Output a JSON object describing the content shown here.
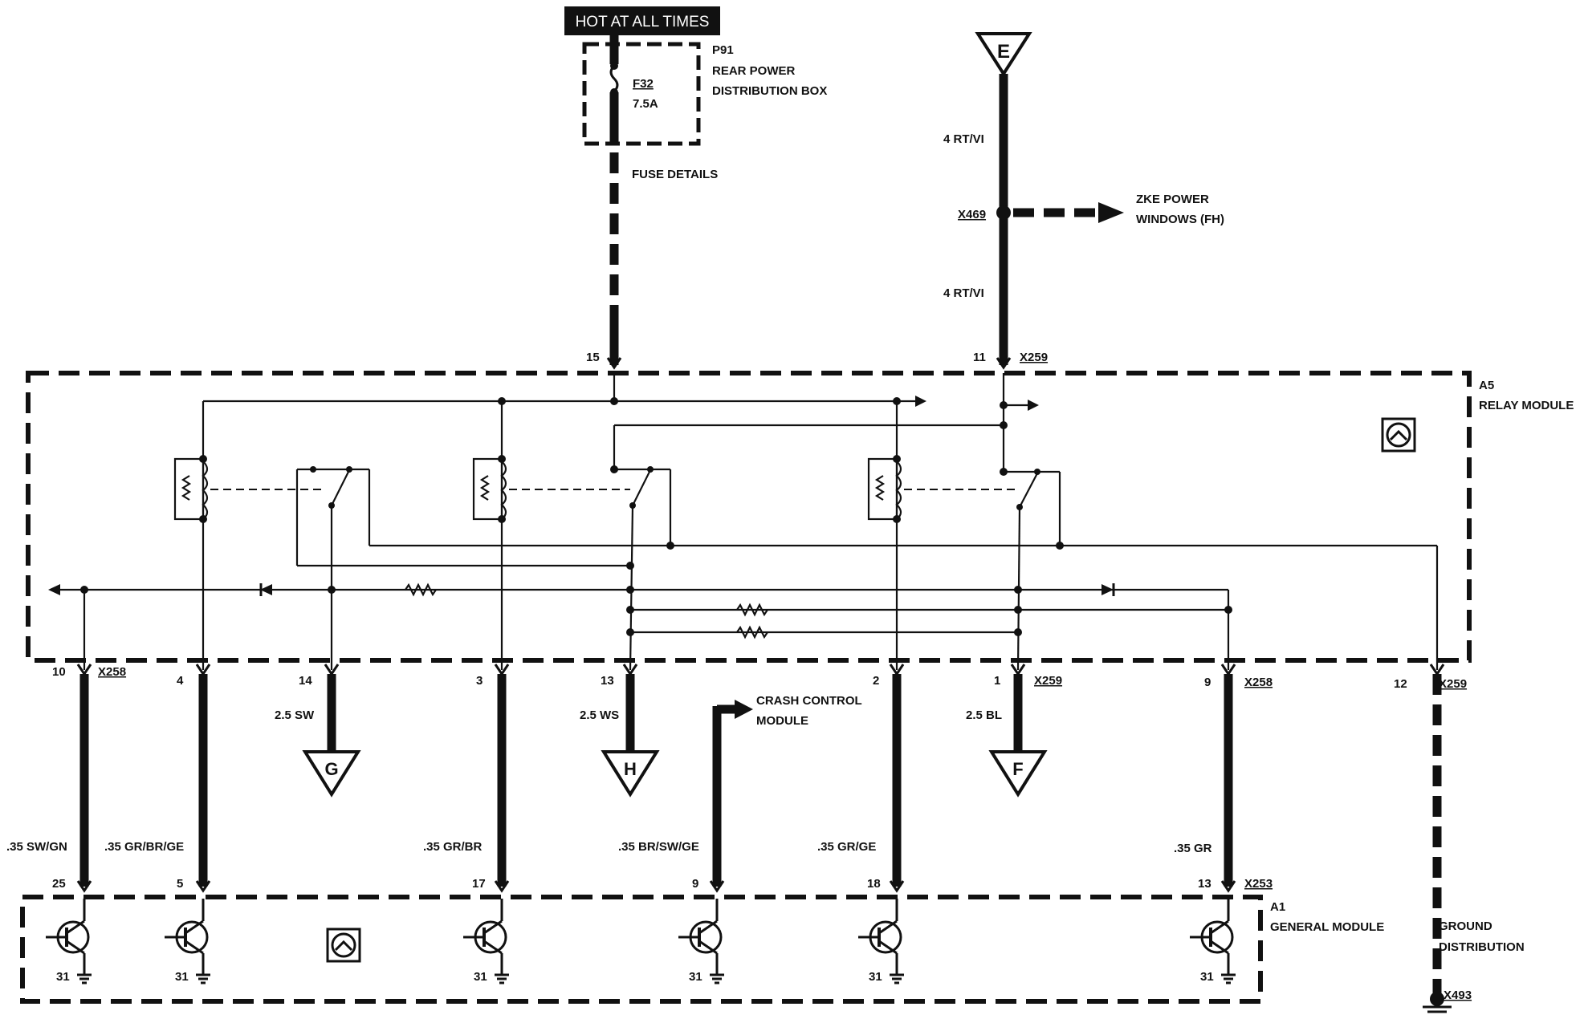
{
  "header": {
    "hot_label": "HOT AT ALL TIMES"
  },
  "fuse_box": {
    "id": "P91",
    "name_line1": "REAR POWER",
    "name_line2": "DISTRIBUTION BOX",
    "fuse_id": "F32",
    "fuse_rating": "7.5A",
    "details_label": "FUSE DETAILS"
  },
  "supply_e": {
    "letter": "E",
    "wire_upper": "4 RT/VI",
    "wire_lower": "4 RT/VI",
    "splice": "X469",
    "branch_line1": "ZKE POWER",
    "branch_line2": "WINDOWS (FH)"
  },
  "relay_module": {
    "id": "A5",
    "name": "RELAY MODULE",
    "pin_15": "15",
    "pin_11": "11",
    "top_connector": "X259"
  },
  "bottom_pins": [
    {
      "pin": "10",
      "connector": "X258"
    },
    {
      "pin": "4"
    },
    {
      "pin": "14"
    },
    {
      "pin": "3"
    },
    {
      "pin": "13"
    },
    {
      "pin": "2"
    },
    {
      "pin": "1",
      "connector": "X259"
    },
    {
      "pin": "9",
      "connector": "X258"
    },
    {
      "pin": "12",
      "connector": "X259"
    }
  ],
  "outputs": [
    {
      "letter": "G",
      "wire": "2.5 SW"
    },
    {
      "letter": "H",
      "wire": "2.5 WS"
    },
    {
      "letter": "F",
      "wire": "2.5 BL"
    }
  ],
  "crash_module": {
    "line1": "CRASH CONTROL",
    "line2": "MODULE"
  },
  "wires": [
    ".35 SW/GN",
    ".35 GR/BR/GE",
    ".35 GR/BR",
    ".35 BR/SW/GE",
    ".35 GR/GE",
    ".35 GR"
  ],
  "general_module": {
    "id": "A1",
    "name": "GENERAL MODULE",
    "connector": "X253",
    "pins": [
      "25",
      "5",
      "17",
      "9",
      "18",
      "13"
    ],
    "ground_pin": "31"
  },
  "ground": {
    "line1": "GROUND",
    "line2": "DISTRIBUTION",
    "id": "X493"
  }
}
